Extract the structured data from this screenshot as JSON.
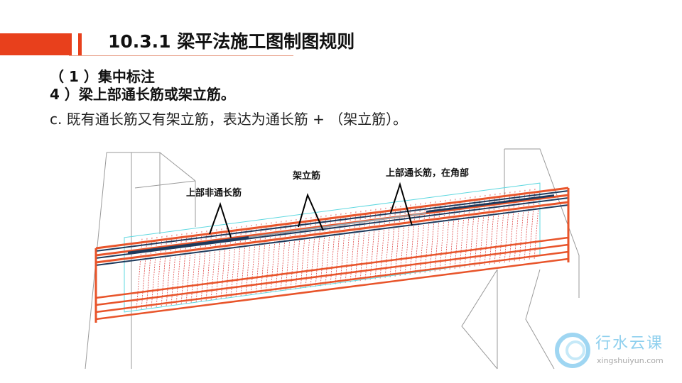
{
  "header": {
    "title": "10.3.1  梁平法施工图制图规则"
  },
  "content": {
    "line1": "（ 1 ）集中标注",
    "line2": "4 ）梁上部通长筋或架立筋。",
    "line3": "c. 既有通长筋又有架立筋，表达为通长筋 + （架立筋）。"
  },
  "figure": {
    "labels": [
      "上部非通长筋",
      "架立筋",
      "上部通长筋，在角部"
    ],
    "colors": {
      "longitudinal": "#e8542a",
      "top_bar": "#1d3a5c",
      "stirrup": "#e04848",
      "outline": "#5fd8e0",
      "column": "#9a9a9a"
    }
  },
  "watermark": {
    "cn": "行水云课",
    "en": "xingshuiyun.com"
  }
}
